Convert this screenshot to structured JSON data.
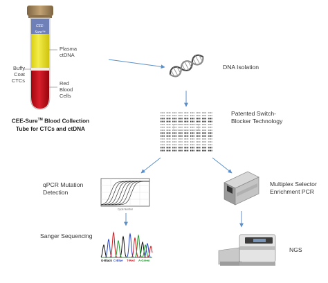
{
  "tube": {
    "cap_label": "CEE-Sure™",
    "label_plasma": "Plasma ctDNA",
    "label_buffy": "Buffy Coat CTCs",
    "label_rbc": "Red Blood Cells",
    "caption_line1_prefix": "CEE-Sure",
    "caption_tm": "TM",
    "caption_line1_suffix": " Blood Collection",
    "caption_line2": "Tube for CTCs and ctDNA"
  },
  "steps": {
    "dna_isolation": "DNA Isolation",
    "switch_blocker_1": "Patented Switch-",
    "switch_blocker_2": "Blocker Technology",
    "qpcr_1": "qPCR Mutation",
    "qpcr_2": "Detection",
    "multiplex_1": "Multiplex Selector",
    "multiplex_2": "Enrichment PCR",
    "sanger": "Sanger Sequencing",
    "ngs": "NGS"
  },
  "chromatogram_legend": [
    "G-Black",
    "C-Blue",
    "T-Red",
    "A-Green"
  ],
  "qpcr_axis_label": "Cycle Number",
  "colors": {
    "arrow": "#5b8fc9",
    "plasma": "#e6df1e",
    "blood": "#c0111c",
    "cap_gold": "#a8875a",
    "tube_label": "#6f7fb7"
  }
}
